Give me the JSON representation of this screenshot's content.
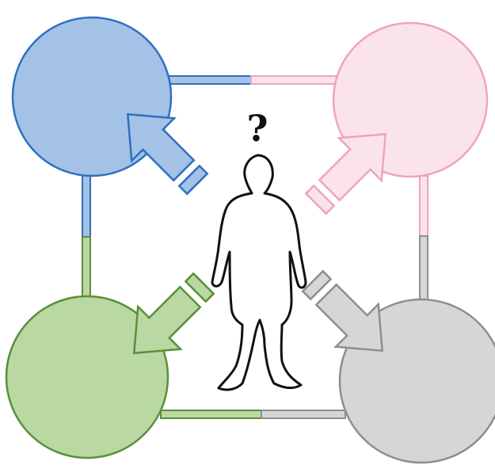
{
  "question_mark": "?",
  "nodes": [
    {
      "id": "top-left",
      "fill": "#a4c2e6",
      "stroke": "#2e6fc0"
    },
    {
      "id": "top-right",
      "fill": "#fbe3ec",
      "stroke": "#f0a3bd"
    },
    {
      "id": "bottom-left",
      "fill": "#b9d8a2",
      "stroke": "#5b8f3a"
    },
    {
      "id": "bottom-right",
      "fill": "#d6d6d6",
      "stroke": "#8e8e8e"
    }
  ],
  "connectors": {
    "top": [
      "#a4c2e6",
      "#f7c6d6"
    ],
    "right": [
      "#f7c6d6",
      "#d6d6d6"
    ],
    "bottom": [
      "#b9d8a2",
      "#d6d6d6"
    ],
    "left": [
      "#a4c2e6",
      "#b9d8a2"
    ]
  },
  "figure": {
    "outline": "#111111",
    "fill": "#ffffff"
  }
}
